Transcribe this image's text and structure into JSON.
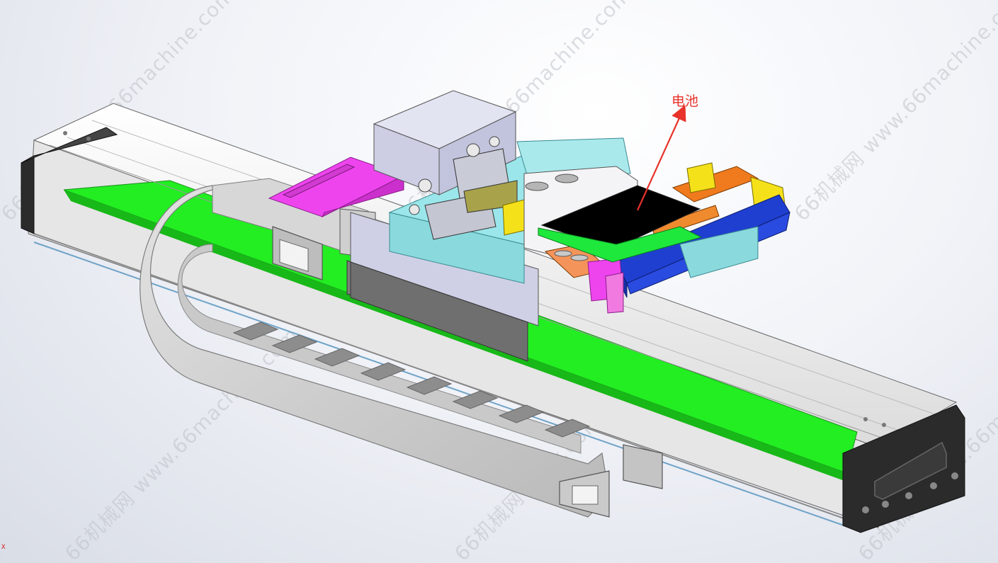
{
  "annotation": {
    "label": "电池"
  },
  "watermark": {
    "text": "66机械网 www.66machine.com"
  },
  "axis": {
    "label": "X"
  },
  "colors": {
    "rail_body": "#f0f0f0",
    "rail_green": "#22ee22",
    "end_cap": "#2b2b2b",
    "cable_chain": "#d4d4d4",
    "magenta_plate": "#ee44ee",
    "cyan_plate": "#9ae6ea",
    "blue_block": "#1f3fd0",
    "orange_part": "#f07a1e",
    "yellow_part": "#f5e11a",
    "black_battery": "#000000",
    "green_tab": "#1ee83c",
    "lavender_box": "#d3d4ea",
    "arrow": "#e8322b"
  },
  "icons": {
    "arrow": "arrow-icon",
    "axis": "axis-triad-icon"
  }
}
